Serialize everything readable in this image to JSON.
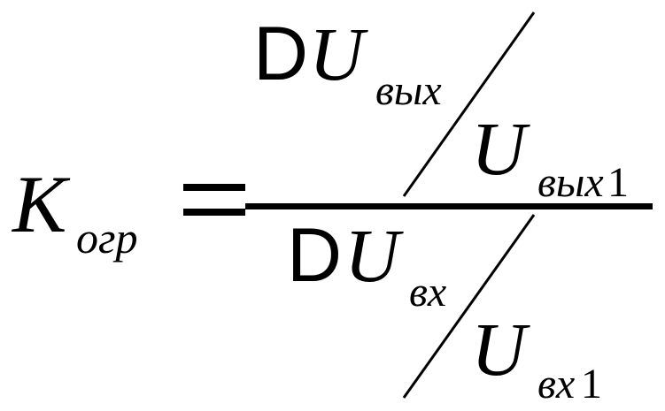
{
  "formula": {
    "lhs": {
      "symbol": "K",
      "subscript": "огр"
    },
    "equals": "=",
    "numerator": {
      "delta": "D",
      "variable": "U",
      "subscript": "вых",
      "denominator_variable": "U",
      "denominator_subscript_text": "вых",
      "denominator_subscript_digit": "1"
    },
    "denominator": {
      "delta": "D",
      "variable": "U",
      "subscript": "вх",
      "denominator_variable": "U",
      "denominator_subscript_text": "вх",
      "denominator_subscript_digit": "1"
    }
  },
  "colors": {
    "ink": "#000000",
    "background": "#ffffff"
  }
}
